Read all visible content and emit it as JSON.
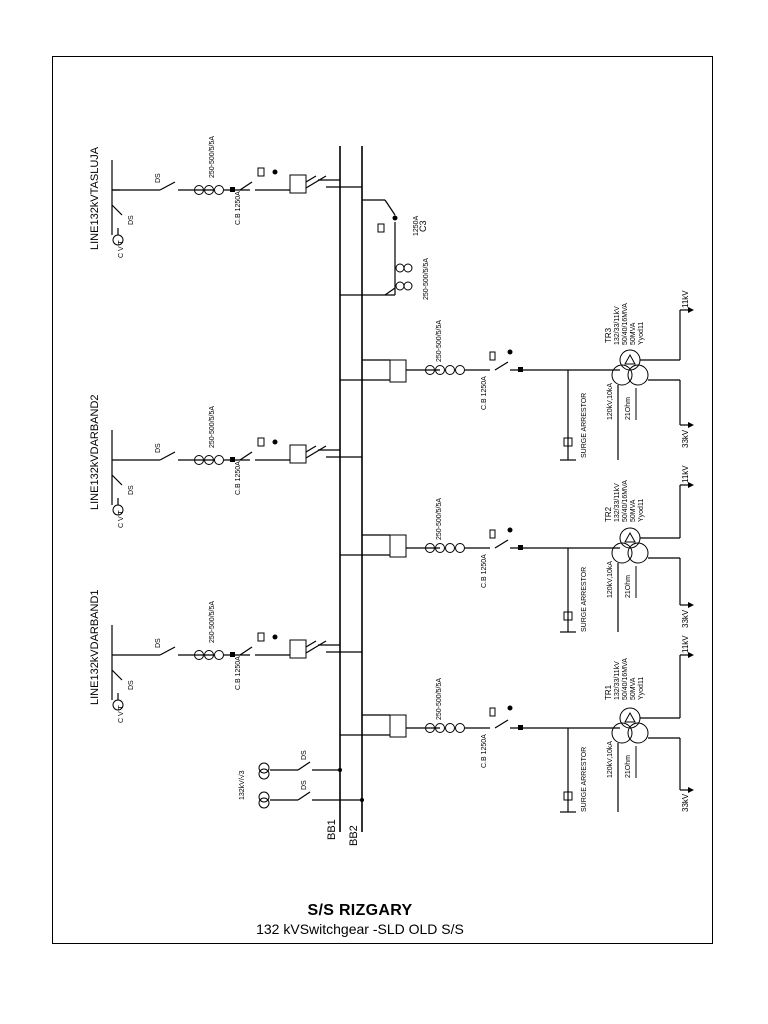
{
  "title": "S/S RIZGARY",
  "subtitle": "132 kVSwitchgear -SLD OLD S/S",
  "busbars": [
    "BB1",
    "BB2"
  ],
  "lines": [
    {
      "name": "LINE132kVTASLUJA",
      "ct": "250-500/5/5A",
      "cb": "C.B 1250A",
      "ds": "DS",
      "cvt": "C V T"
    },
    {
      "name": "LINE132kVDARBAND2",
      "ct": "250-500/5/5A",
      "cb": "C.B 1250A",
      "ds": "DS",
      "cvt": "C V T"
    },
    {
      "name": "LINE132kVDARBAND1",
      "ct": "250-500/5/5A",
      "cb": "C.B 1250A",
      "ds": "DS",
      "cvt": "C V T"
    }
  ],
  "coupler": {
    "cb": "1250A",
    "name": "C3",
    "ct": "250-500/5/5A"
  },
  "transformers": [
    {
      "name": "TR3",
      "ct": "250-500/5/5A",
      "cb": "C.B 1250A",
      "rating": [
        "132/33/11kV",
        "50/40/16MVA",
        "50MVA",
        "Yyod11"
      ],
      "neutral": "120kV,10kA",
      "arrester": "SURGE ARRESTOR",
      "ohm": "21Ohm",
      "hv": "11kV",
      "mv": "33kV"
    },
    {
      "name": "TR2",
      "ct": "250-500/5/5A",
      "cb": "C.B 1250A",
      "rating": [
        "132/33/11kV",
        "50/40/16MVA",
        "50MVA",
        "Yyod11"
      ],
      "neutral": "120kV,10kA",
      "arrester": "SURGE ARRESTOR",
      "ohm": "21Ohm",
      "hv": "11kV",
      "mv": "33kV"
    },
    {
      "name": "TR1",
      "ct": "250-500/5/5A",
      "cb": "C.B 1250A",
      "rating": [
        "132/33/11kV",
        "50/40/16MVA",
        "50MVA",
        "Yyod11"
      ],
      "neutral": "120kV,10kA",
      "arrester": "SURGE ARRESTOR",
      "ohm": "21Ohm",
      "hv": "11kV",
      "mv": "33kV"
    }
  ],
  "vt": {
    "label": "132kV/√3",
    "ds": "DS"
  }
}
